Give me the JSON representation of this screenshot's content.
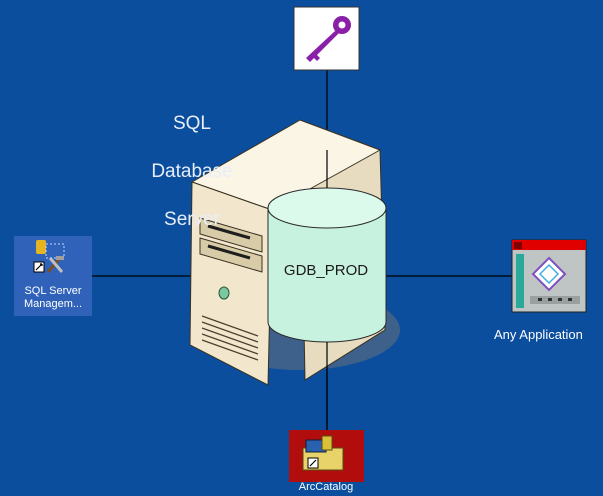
{
  "server": {
    "label_lines": [
      "SQL",
      "Database",
      "Server"
    ]
  },
  "database": {
    "name": "GDB_PROD"
  },
  "nodes": {
    "ssms": {
      "label_lines": [
        "SQL Server",
        "Managem..."
      ],
      "icon": "sql-server-management-studio-icon"
    },
    "any_app": {
      "label": "Any Application",
      "icon": "application-window-icon"
    },
    "arccatalog": {
      "label": "ArcCatalog",
      "icon": "arccatalog-icon"
    },
    "license": {
      "icon": "key-icon"
    }
  },
  "colors": {
    "background": "#0B4E9E",
    "server_body": "#F5ECD5",
    "database_fill": "#C8F2E0",
    "key_accent": "#8A1FA8"
  }
}
